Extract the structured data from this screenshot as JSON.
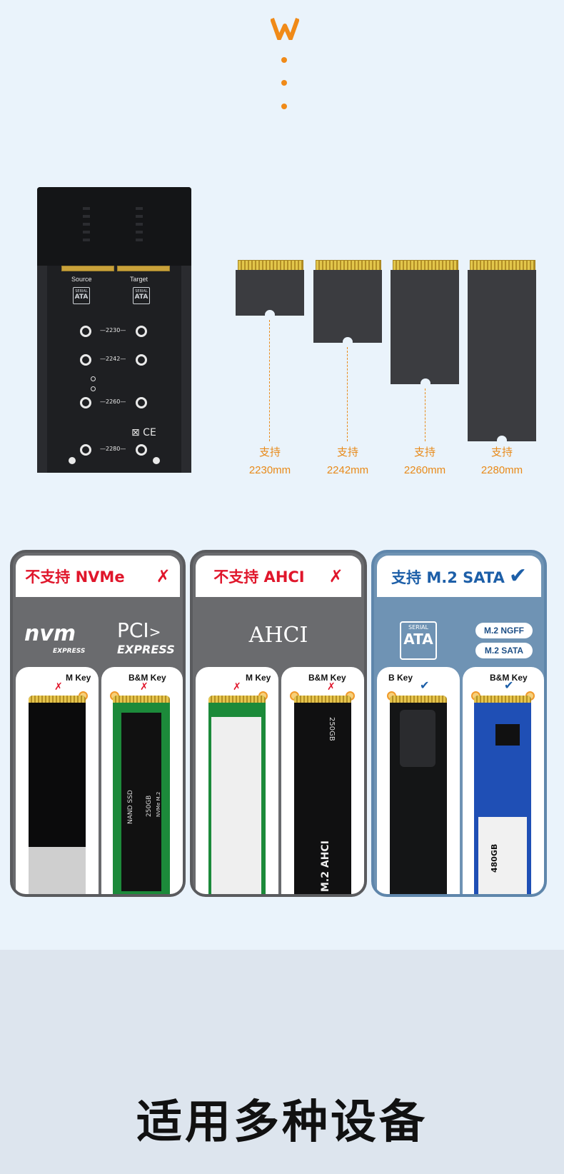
{
  "enclosure": {
    "source_label": "Source",
    "target_label": "Target",
    "sata_logo_top": "SERIAL",
    "sata_logo_bottom": "ATA",
    "sizes": [
      "2230",
      "2242",
      "2260",
      "2280"
    ],
    "cert_marks": "⊠ CE"
  },
  "modules": [
    {
      "line1": "支持",
      "line2": "2230mm"
    },
    {
      "line1": "支持",
      "line2": "2242mm"
    },
    {
      "line1": "支持",
      "line2": "2260mm"
    },
    {
      "line1": "支持",
      "line2": "2280mm"
    }
  ],
  "panels": [
    {
      "title": "不支持 NVMe",
      "mark": "✗",
      "logo_a": "nvm",
      "logo_a_sub": "EXPRESS",
      "logo_b": "PCI",
      "logo_b_sub": "EXPRESS",
      "key1": "M Key",
      "key2": "B&M Key",
      "key1_mark": "✗",
      "key2_mark": "✗"
    },
    {
      "title": "不支持 AHCI",
      "mark": "✗",
      "logo": "AHCI",
      "key1": "M Key",
      "key2": "B&M Key",
      "key1_mark": "✗",
      "key2_mark": "✗",
      "ssd2_text": "M.2 AHCI",
      "ssd2_cap": "250GB"
    },
    {
      "title": "支持 M.2 SATA",
      "mark": "✔",
      "logo_top": "SERIAL",
      "logo_mid": "ATA",
      "pill1": "M.2 NGFF",
      "pill2": "M.2 SATA",
      "key1": "B Key",
      "key2": "B&M Key",
      "key1_mark": "✔",
      "key2_mark": "✔",
      "ssd2_cap": "480GB"
    }
  ],
  "nvme_ssd_text": "NAND SSD",
  "nvme_ssd_cap": "250GB",
  "nvme_ssd_tag": "NVMe M.2",
  "footer_title": "适用多种设备",
  "colors": {
    "accent_orange": "#f08a18",
    "red": "#e0162b",
    "blue": "#1d5fa8"
  }
}
